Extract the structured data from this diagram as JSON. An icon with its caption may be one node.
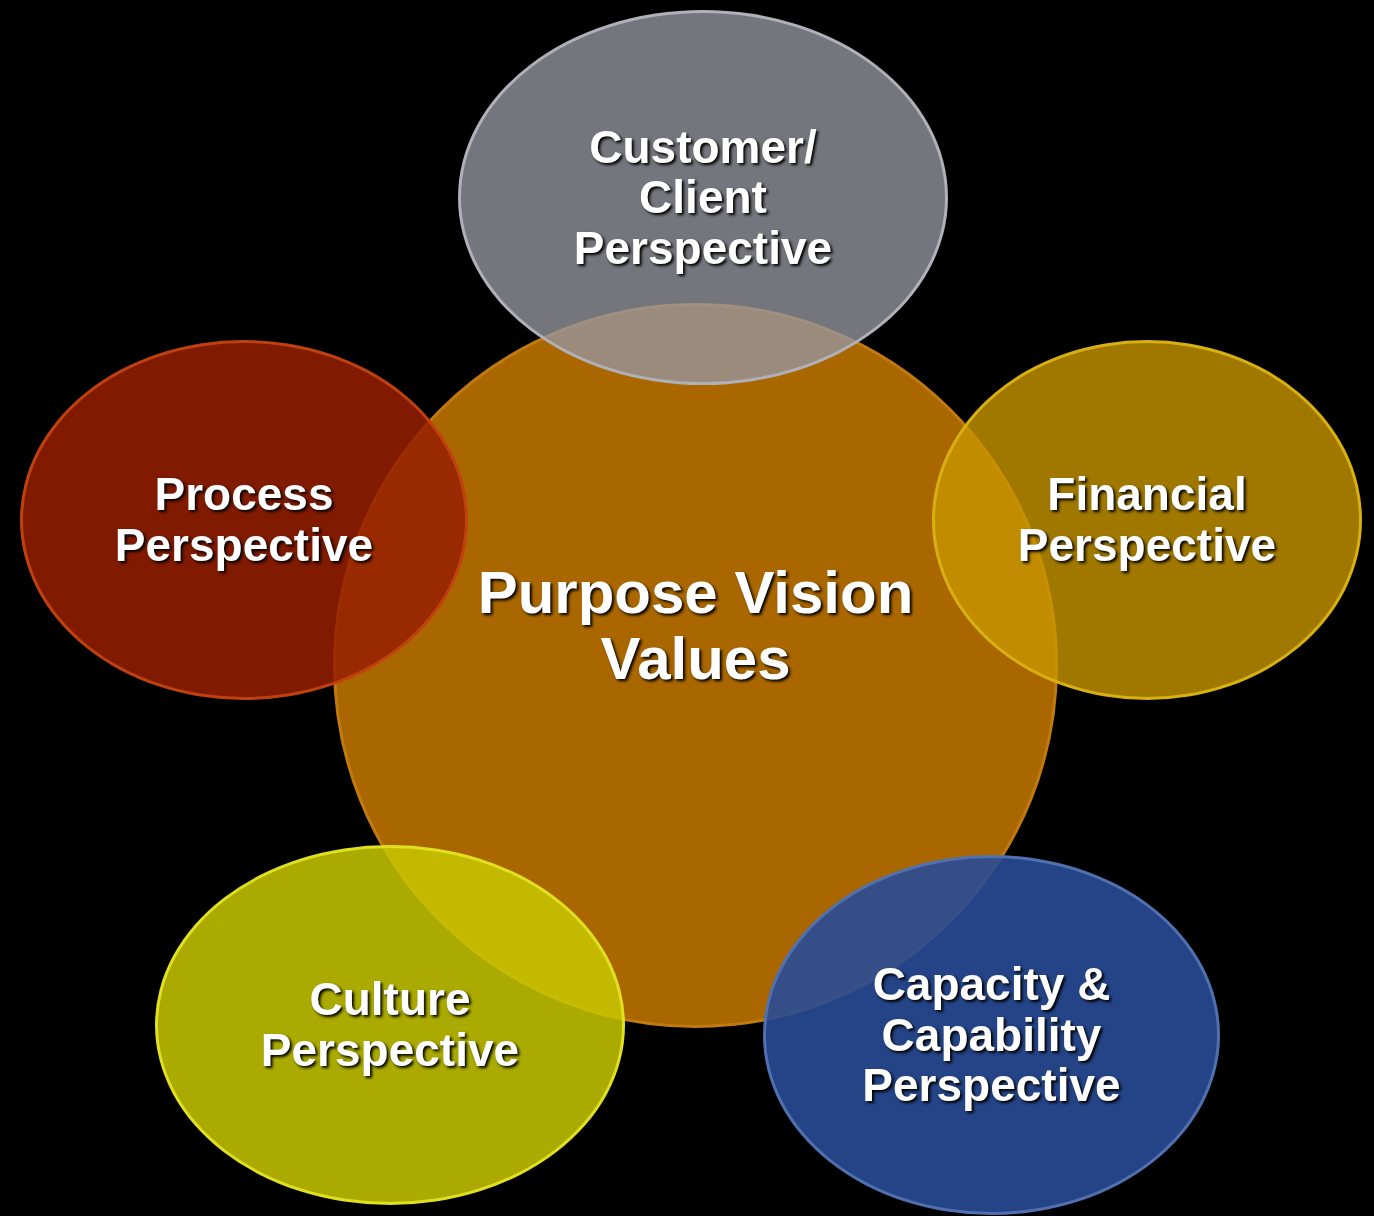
{
  "diagram": {
    "nodes": [
      {
        "text": [
          "Customer/ Client Perspective"
        ]
      },
      {
        "text": [
          "Process Perspective"
        ]
      },
      {
        "text": [
          "Financial Perspective"
        ]
      },
      {
        "text": [
          "Purpose Vision Values"
        ]
      },
      {
        "text": [
          "Culture Perspective"
        ]
      },
      {
        "text": [
          "Capacity & Capability Perspective"
        ]
      }
    ]
  }
}
